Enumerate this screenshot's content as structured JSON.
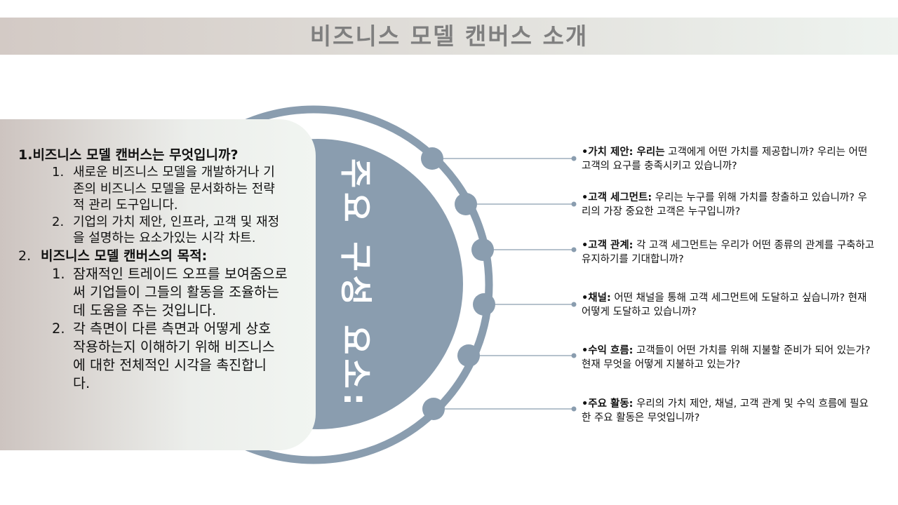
{
  "title": "비즈니스 모델 캔버스 소개",
  "colors": {
    "accent": "#8a9daf",
    "title_text": "#7f7f7f"
  },
  "left_panel": {
    "sections": [
      {
        "number": "1.",
        "heading": "비즈니스 모델 캔버스는 무엇입니까?",
        "items": [
          {
            "number": "1.",
            "text": "새로운 비즈니스 모델을 개발하거나 기존의 비즈니스 모델을 문서화하는 전략적 관리 도구입니다."
          },
          {
            "number": "2.",
            "text": "기업의 가치 제안, 인프라, 고객 및 재정을 설명하는 요소가있는 시각 차트."
          }
        ]
      },
      {
        "number": "2.",
        "heading": "비즈니스 모델 캔버스의 목적:",
        "items": [
          {
            "number": "1.",
            "text": "잠재적인 트레이드 오프를 보여줌으로써 기업들이 그들의 활동을 조율하는 데 도움을 주는 것입니다."
          },
          {
            "number": "2.",
            "text": "각 측면이 다른 측면과 어떻게 상호 작용하는지 이해하기 위해 비즈니스에 대한 전체적인 시각을 촉진합니다."
          }
        ]
      }
    ]
  },
  "circle_label": "주요 구성 요소:",
  "components": [
    {
      "label": "•가치 제안: 우리는",
      "text": " 고객에게 어떤 가치를 제공합니까? 우리는 어떤 고객의 요구를 충족시키고 있습니까?"
    },
    {
      "label": "•고객 세그먼트:",
      "text": " 우리는 누구를 위해 가치를 창출하고 있습니까? 우리의 가장 중요한 고객은 누구입니까?"
    },
    {
      "label": "•고객 관계:",
      "text": " 각 고객 세그먼트는 우리가 어떤 종류의 관계를 구축하고 유지하기를 기대합니까?"
    },
    {
      "label": "•채널:",
      "text": " 어떤 채널을 통해 고객 세그먼트에 도달하고 싶습니까? 현재 어떻게 도달하고 있습니까?"
    },
    {
      "label": "•수익 흐름:",
      "text": " 고객들이 어떤 가치를 위해 지불할 준비가 되어 있는가? 현재 무엇을 어떻게 지불하고 있는가?"
    },
    {
      "label": "•주요 활동:",
      "text": " 우리의 가치 제안, 채널, 고객 관계 및 수익 흐름에 필요한 주요 활동은 무엇입니까?"
    }
  ]
}
